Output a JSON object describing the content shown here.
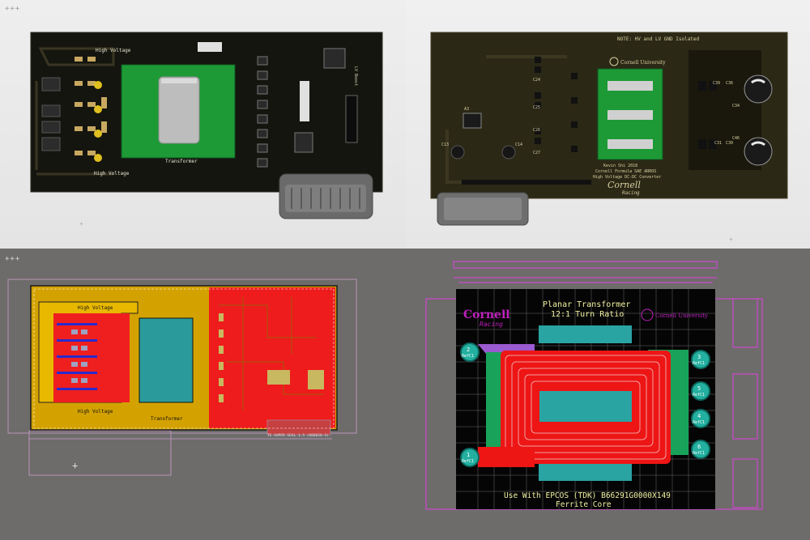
{
  "viewport_markers": {
    "top_left": "+++",
    "bottom_left": "+++"
  },
  "board_top": {
    "labels": {
      "hv_top": "High Voltage",
      "hv_bottom": "High Voltage",
      "transformer": "Transformer",
      "lv_side": "LV Boost"
    }
  },
  "board_bottom": {
    "note": "NOTE: HV and LV GND Isolated",
    "university": "Cornell University",
    "credits_line1": "Kevin Shi 2018",
    "credits_line2": "Cornell Formula SAE ARROS",
    "credits_line3": "High Voltage DC-DC Converter",
    "logo_main": "Cornell",
    "logo_sub": "Racing",
    "components": [
      "C24",
      "C25",
      "C26",
      "C27",
      "C13",
      "C14",
      "C39",
      "C36",
      "C34",
      "C46",
      "C31",
      "C30",
      "A3"
    ]
  },
  "layout_view": {
    "labels": {
      "hv_top": "High Voltage",
      "hv_bottom": "High Voltage",
      "transformer": "Transformer",
      "silk_bottom": "TE SUPER SEAL 1.5 (680020-3)"
    }
  },
  "transformer_view": {
    "title_line1": "Planar Transformer",
    "title_line2": "12:1 Turn Ratio",
    "logo_main": "Cornell",
    "logo_sub": "Racing",
    "university": "Cornell University",
    "footer_line1": "Use With EPCOS (TDK) B66291G0000X149",
    "footer_line2": "Ferrite Core",
    "pads": [
      {
        "num": "2",
        "label": "RefC1"
      },
      {
        "num": "1",
        "label": "RefC1"
      },
      {
        "num": "3",
        "label": "RefC1"
      },
      {
        "num": "5",
        "label": "RefC1"
      },
      {
        "num": "4",
        "label": "RefC1"
      },
      {
        "num": "6",
        "label": "RefC1"
      }
    ]
  }
}
